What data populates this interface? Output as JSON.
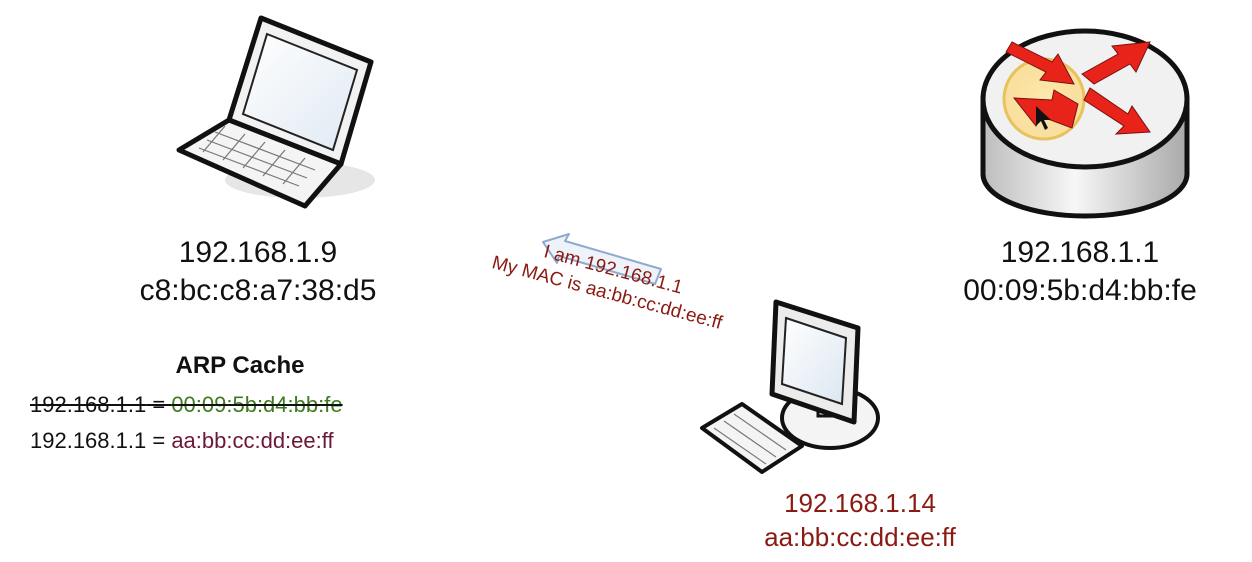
{
  "laptop": {
    "ip": "192.168.1.9",
    "mac": "c8:bc:c8:a7:38:d5"
  },
  "router": {
    "ip": "192.168.1.1",
    "mac": "00:09:5b:d4:bb:fe"
  },
  "attacker": {
    "ip": "192.168.1.14",
    "mac": "aa:bb:cc:dd:ee:ff"
  },
  "arp_cache": {
    "title": "ARP Cache",
    "entries": [
      {
        "ip": "192.168.1.1",
        "sep": " = ",
        "mac": "00:09:5b:d4:bb:fe",
        "struck": true
      },
      {
        "ip": "192.168.1.1",
        "sep": " = ",
        "mac": "aa:bb:cc:dd:ee:ff",
        "struck": false
      }
    ]
  },
  "message": {
    "line1": "I am 192.168.1.1",
    "line2": "My MAC is aa:bb:cc:dd:ee:ff"
  },
  "colors": {
    "attacker_text": "#8b1a12",
    "new_mac": "#6b1838",
    "old_mac": "#3f7a20",
    "arrow_fill": "#eef3fa",
    "router_arrows": "#e8231a"
  }
}
